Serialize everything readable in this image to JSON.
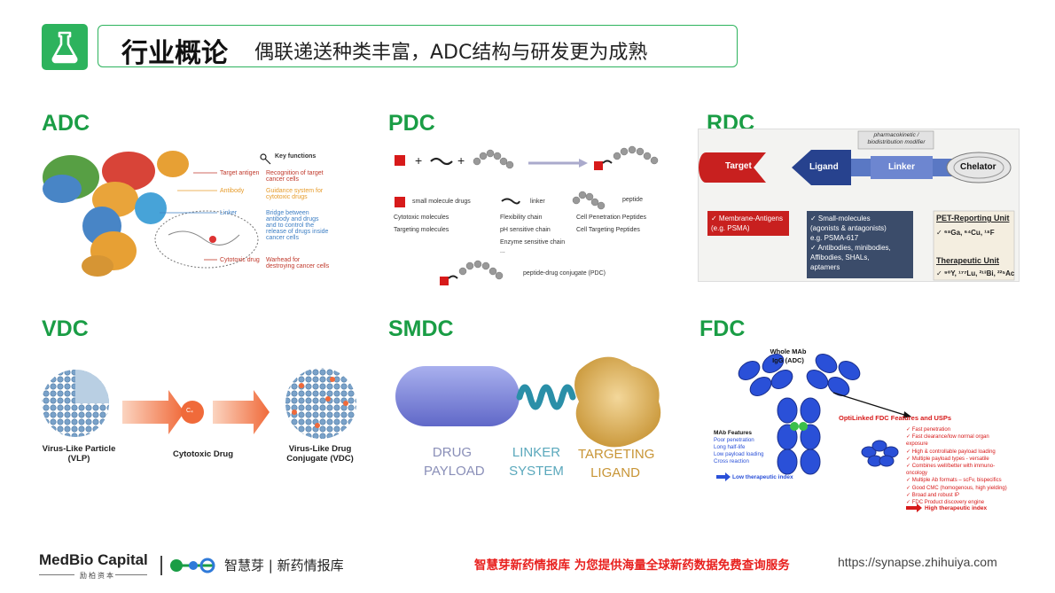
{
  "header": {
    "title": "行业概论",
    "subtitle": "偶联递送种类丰富，ADC结构与研发更为成熟"
  },
  "sections": {
    "adc": {
      "label": "ADC",
      "key_functions_title": "Key functions",
      "rows": [
        {
          "part": "Target antigen",
          "function": "Recognition of target cancer cells"
        },
        {
          "part": "Antibody",
          "function": "Guidance system for cytotoxic drugs"
        },
        {
          "part": "Linker",
          "function": "Bridge between antibody and drugs and to control the release of drugs inside cancer cells"
        },
        {
          "part": "Cytotoxic drug",
          "function": "Warhead for destroying cancer cells"
        }
      ]
    },
    "pdc": {
      "label": "PDC",
      "legend_small": "small molecule drugs",
      "legend_linker": "linker",
      "legend_peptide": "peptide",
      "col1": [
        "Cytotoxic molecules",
        "Targeting molecules"
      ],
      "col2": [
        "Flexibility chain",
        "pH sensitive chain",
        "Enzyme sensitive chain",
        "..."
      ],
      "col3": [
        "Cell Penetration Peptides",
        "Cell Targeting Peptides"
      ],
      "conjugate": "peptide-drug conjugate (PDC)"
    },
    "rdc": {
      "label": "RDC",
      "modifier": "pharmacokinetic / biodistribution modifier",
      "target": "Target",
      "ligand": "Ligand",
      "linker": "Linker",
      "chelator": "Chelator",
      "box1": [
        "✓ Membrane-Antigens",
        "(e.g. PSMA)"
      ],
      "box2": [
        "✓ Small-molecules",
        "(agonists & antagonists)",
        "e.g. PSMA-617",
        "✓ Antibodies, minibodies,",
        "Affibodies, SHALs,",
        "aptamers"
      ],
      "pet_title": "PET-Reporting Unit",
      "pet_items": "✓ ⁶⁸Ga, ⁶⁴Cu, ¹⁸F",
      "ther_title": "Therapeutic Unit",
      "ther_items": "✓ ⁹⁰Y, ¹⁷⁷Lu, ²¹³Bi, ²²⁵Ac"
    },
    "vdc": {
      "label": "VDC",
      "vlp": "Virus-Like Particle (VLP)",
      "drug": "Cytotoxic Drug",
      "vdc": "Virus-Like Drug Conjugate (VDC)",
      "drug_badge": "C₄"
    },
    "smdc": {
      "label": "SMDC",
      "payload": [
        "DRUG",
        "PAYLOAD"
      ],
      "linker": [
        "LINKER",
        "SYSTEM"
      ],
      "ligand": [
        "TARGETING",
        "LIGAND"
      ]
    },
    "fdc": {
      "label": "FDC",
      "whole_mab": [
        "Whole MAb",
        "IgG (ADC)"
      ],
      "mab_features_title": "MAb Features",
      "mab_features": [
        "Poor penetration",
        "Long half-life",
        "Low payload loading",
        "Cross reaction"
      ],
      "low_index": "Low therapeutic index",
      "opti_title": "OptiLinked FDC Features and USPs",
      "opti_features": [
        "✓ Fast penetration",
        "✓ Fast clearance/low normal organ exposure",
        "✓ High & controllable payload loading",
        "✓ Multiple payload types - versatile",
        "✓ Combines well/better with immuno-oncology",
        "✓ Multiple Ab formats – scFv, bispecifics",
        "✓ Good CMC (homogenous, high yielding)",
        "✓ Broad and robust IP",
        "✓ FDC Product discovery engine"
      ],
      "high_index": "High therapeutic index"
    }
  },
  "footer": {
    "brand": "MedBio Capital",
    "brand_sub": "励柏资本",
    "zhy": "智慧芽 | 新药情报库",
    "slogan": "智慧芽新药情报库 为您提供海量全球新药数据免费查询服务",
    "url": "https://synapse.zhihuiya.com"
  },
  "colors": {
    "accent_green": "#2db35d",
    "section_green": "#1a9d45",
    "footer_red": "#e8211f"
  }
}
